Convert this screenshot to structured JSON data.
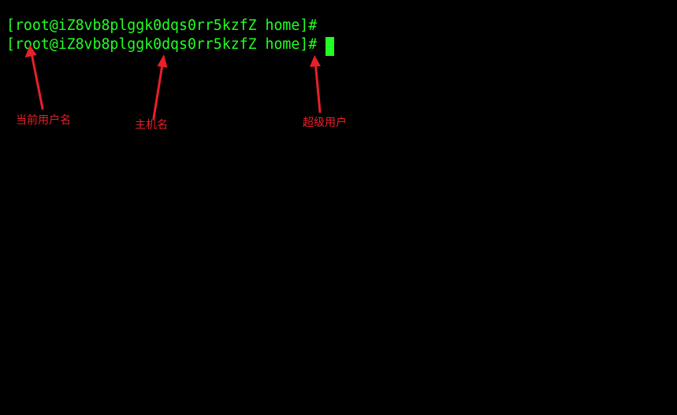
{
  "terminal": {
    "background": "#000000",
    "text_color": "#22ff22",
    "lines": [
      "[root@iZ8vb8plggk0dqs0rr5kzfZ home]#",
      "[root@iZ8vb8plggk0dqs0rr5kzfZ home]# "
    ],
    "cursor": "block-cursor"
  },
  "annotations": {
    "color": "#e8202a",
    "items": [
      {
        "label": "当前用户名",
        "points_to": "root",
        "icon": "arrow-up-icon"
      },
      {
        "label": "主机名",
        "points_to": "iZ8vb8plggk0dqs0rr5kzfZ",
        "icon": "arrow-up-icon"
      },
      {
        "label": "超级用户",
        "points_to": "#",
        "icon": "arrow-up-icon"
      }
    ]
  }
}
